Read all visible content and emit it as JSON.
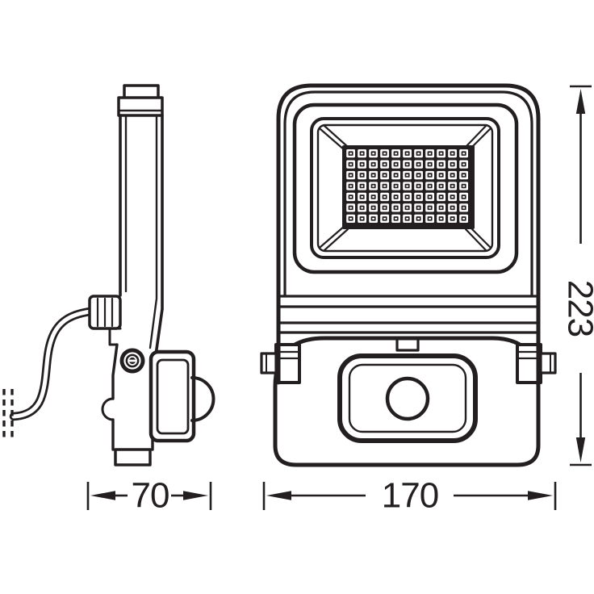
{
  "drawing": {
    "dimensions": {
      "side_width": {
        "value": "70",
        "orientation": "horizontal"
      },
      "front_width": {
        "value": "170",
        "orientation": "horizontal"
      },
      "front_height": {
        "value": "223",
        "orientation": "vertical"
      }
    },
    "led_grid": {
      "rows": 7,
      "cols": 11
    },
    "colors": {
      "line": "#231f20",
      "background": "#ffffff",
      "led_panel_fill": "#231f20",
      "led_cell": "#ffffff"
    }
  }
}
